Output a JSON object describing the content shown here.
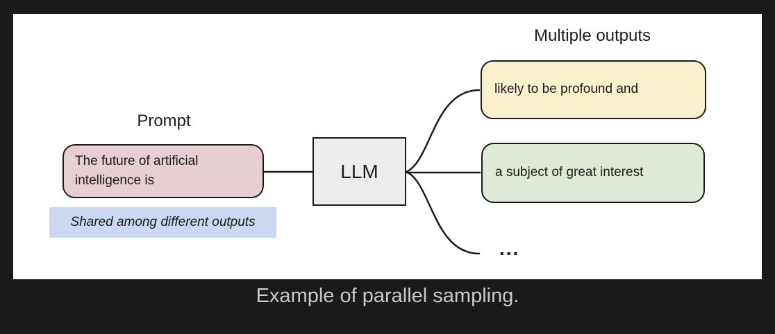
{
  "diagram": {
    "prompt_heading": "Prompt",
    "prompt_box_text": "The future of artificial intelligence is",
    "prompt_note": "Shared among different outputs",
    "llm_label": "LLM",
    "outputs_heading": "Multiple outputs",
    "outputs": [
      "likely to be profound and",
      "a subject of great interest"
    ],
    "more_outputs_ellipsis": "..."
  },
  "caption": "Example of parallel sampling.",
  "colors": {
    "background": "#1a1a1a",
    "panel": "#ffffff",
    "stroke": "#1a1a1a",
    "text": "#1c1c1c",
    "prompt_box": "#e7ced2",
    "note_highlight": "#ccd7f2",
    "llm_box": "#ececec",
    "output_box_1": "#faf0cd",
    "output_box_2": "#dfe9d8",
    "caption_text": "#c9c9cb"
  }
}
